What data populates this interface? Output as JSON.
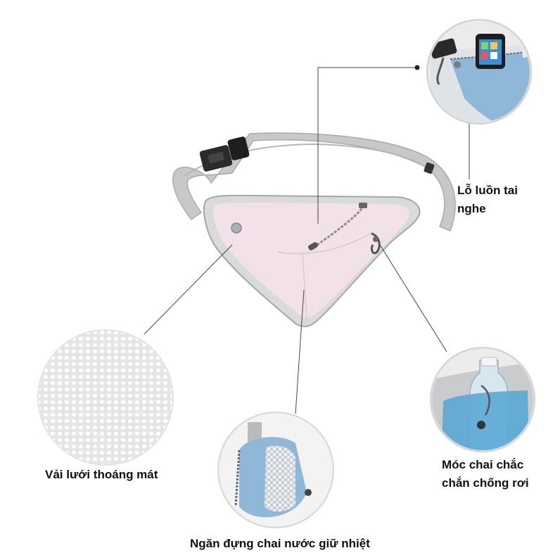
{
  "product": {
    "name": "triangle-sport-waist-bag",
    "colors": {
      "bag_body": "#f2e1e8",
      "bag_edge": "#b7b9bb",
      "strap": "#c4c6c5",
      "buckle": "#2a2a2a",
      "pouch_blue": "#8fb8d8",
      "mesh": "#e8e8ea",
      "callout_line": "#444444"
    }
  },
  "callouts": {
    "earphone_hole": {
      "line1": "Lỗ luồn tai",
      "line2": "nghe",
      "icon": "earphone-hole-detail"
    },
    "mesh_fabric": {
      "text": "Vải lưới thoáng mát",
      "icon": "mesh-fabric-detail"
    },
    "bottle_pocket": {
      "text": "Ngăn đựng chai nước giữ nhiệt",
      "icon": "bottle-pocket-detail"
    },
    "bottle_hook": {
      "line1": "Móc chai chắc",
      "line2": "chắn chống rơi",
      "icon": "bottle-hook-detail"
    }
  }
}
